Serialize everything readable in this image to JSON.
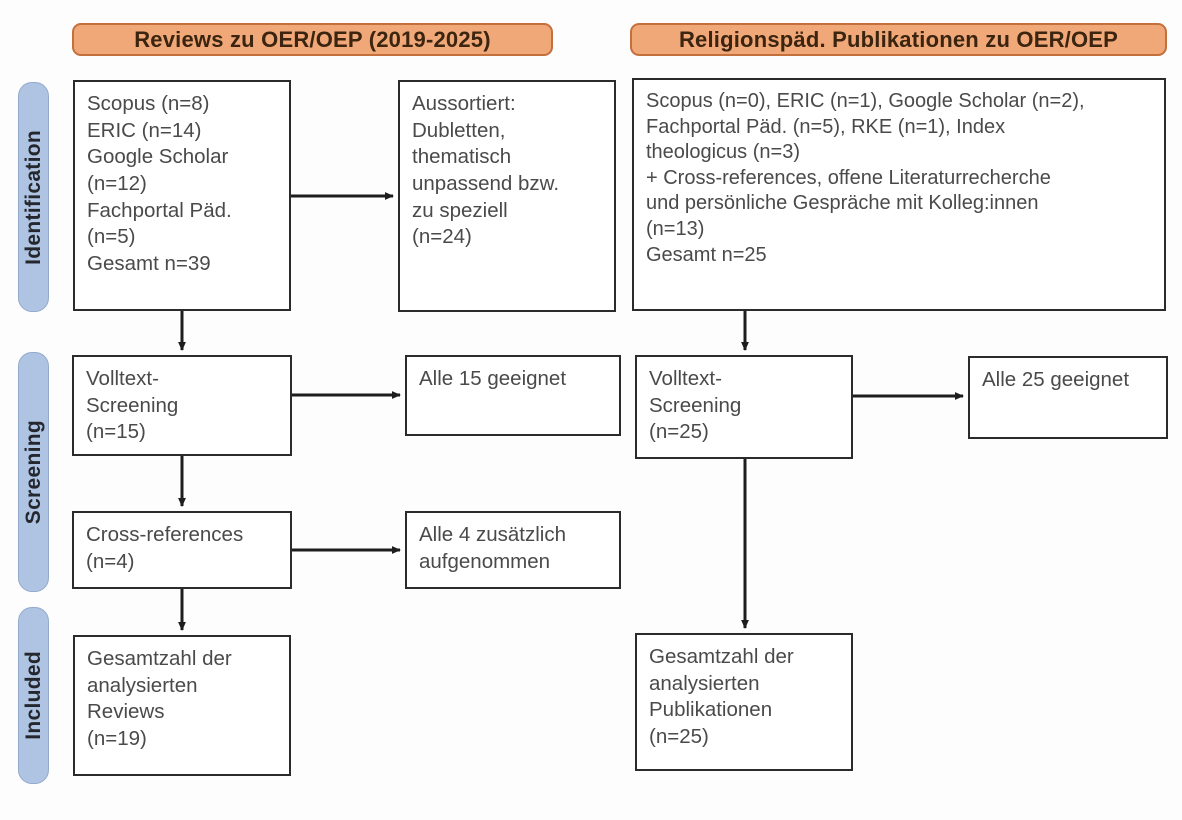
{
  "columns": {
    "left": {
      "header": "Reviews zu OER/OEP (2019-2025)"
    },
    "right": {
      "header": "Religionspäd. Publikationen zu OER/OEP"
    }
  },
  "stages": [
    {
      "key": "identification",
      "label": "Identification"
    },
    {
      "key": "screening",
      "label": "Screening"
    },
    {
      "key": "included",
      "label": "Included"
    }
  ],
  "boxes": {
    "identification_left": "Scopus (n=8)\nERIC (n=14)\nGoogle Scholar\n(n=12)\nFachportal Päd.\n(n=5)\nGesamt n=39",
    "identification_excluded": "Aussortiert:\nDubletten,\nthematisch\nunpassend bzw.\nzu speziell\n(n=24)",
    "identification_right": "Scopus (n=0), ERIC (n=1), Google Scholar (n=2),\nFachportal Päd. (n=5), RKE (n=1), Index\ntheologicus (n=3)\n+ Cross-references, offene Literaturrecherche\nund persönliche Gespräche mit Kolleg:innen\n(n=13)\nGesamt n=25",
    "screening_left": "Volltext-\nScreening\n(n=15)",
    "screening_left_result": "Alle 15 geeignet",
    "crossrefs_left": "Cross-references\n(n=4)",
    "crossrefs_left_result": "Alle 4 zusätzlich\naufgenommen",
    "screening_right": "Volltext-\nScreening\n(n=25)",
    "screening_right_result": "Alle 25 geeignet",
    "included_left": "Gesamtzahl der\nanalysierten\nReviews\n(n=19)",
    "included_right": "Gesamtzahl der\nanalysierten\nPublikationen\n(n=25)"
  },
  "counts": {
    "left_scopus": 8,
    "left_eric": 14,
    "left_google_scholar": 12,
    "left_fachportal": 5,
    "left_total": 39,
    "left_excluded": 24,
    "left_fulltext_screening": 15,
    "left_crossrefs": 4,
    "left_included": 19,
    "right_scopus": 0,
    "right_eric": 1,
    "right_google_scholar": 2,
    "right_fachportal": 5,
    "right_rke": 1,
    "right_index_theologicus": 3,
    "right_other_sources": 13,
    "right_total": 25,
    "right_fulltext_screening": 25,
    "right_included": 25
  },
  "colors": {
    "header_fill": "#F0A878",
    "header_border": "#C4703C",
    "header_text": "#3B2410",
    "pill_fill": "#AFC4E2",
    "pill_border": "#93AACD",
    "box_border": "#2b2b2b",
    "box_text": "#4a4a4a",
    "background": "#fdfdfd"
  }
}
